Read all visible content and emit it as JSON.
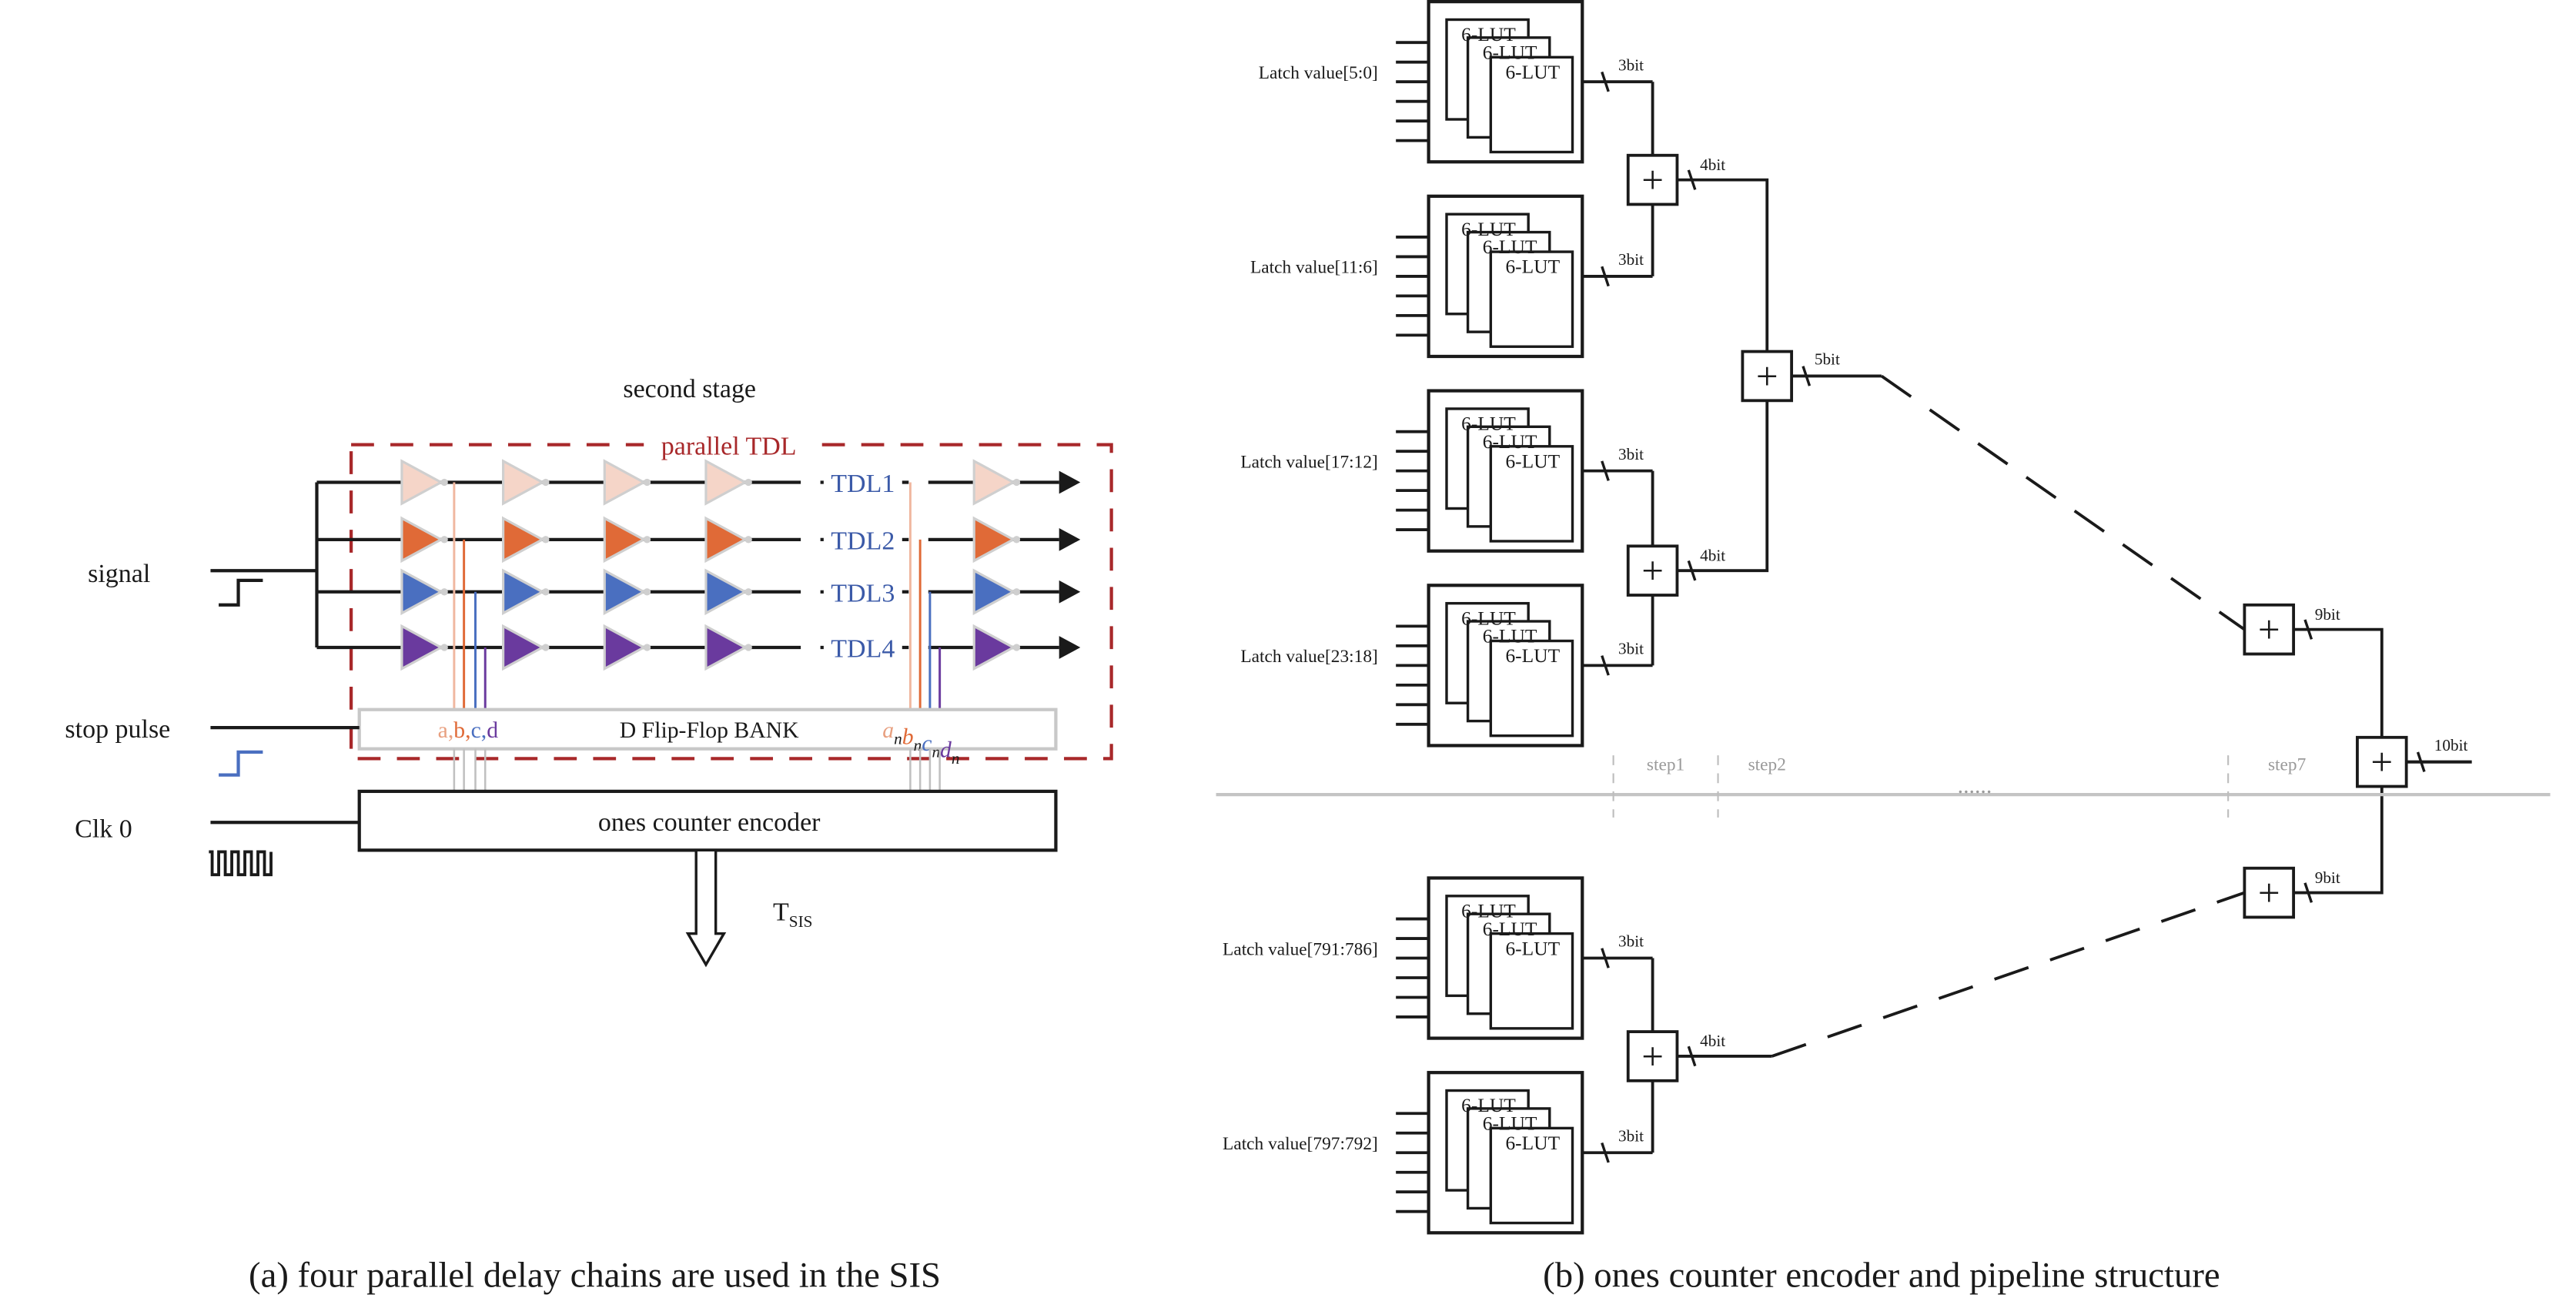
{
  "panel_a": {
    "title": "second stage",
    "tdl_box_label": "parallel TDL",
    "signal_label": "signal",
    "stop_label": "stop pulse",
    "clk_label": "Clk 0",
    "chains": [
      {
        "label": "TDL1",
        "color": "#f5d5c8"
      },
      {
        "label": "TDL2",
        "color": "#e06a37"
      },
      {
        "label": "TDL3",
        "color": "#4a6fc0"
      },
      {
        "label": "TDL4",
        "color": "#6a3a9e"
      }
    ],
    "dff_bank_label": "D Flip-Flop BANK",
    "dff_taps_first": [
      "a",
      "b",
      "c",
      "d"
    ],
    "dff_taps_last": [
      "a",
      "b",
      "c",
      "d"
    ],
    "dff_tap_subscript": "n",
    "encoder_label": "ones counter encoder",
    "output_label": "T",
    "output_subscript": "SIS",
    "caption": "(a) four parallel delay chains are used in the SIS",
    "colors": {
      "tdl_box": "#a8282a",
      "tdl_label": "#3b5aa8",
      "stop_step": "#4a6fc0",
      "dff_border": "#c8c8c8"
    }
  },
  "panel_b": {
    "lut_label": "6-LUT",
    "groups": [
      {
        "label": "Latch value[5:0]",
        "bits": "3bit"
      },
      {
        "label": "Latch value[11:6]",
        "bits": "3bit"
      },
      {
        "label": "Latch value[17:12]",
        "bits": "3bit"
      },
      {
        "label": "Latch value[23:18]",
        "bits": "3bit"
      },
      {
        "label": "Latch value[791:786]",
        "bits": "3bit"
      },
      {
        "label": "Latch value[797:792]",
        "bits": "3bit"
      }
    ],
    "adders": [
      {
        "symbol": "+",
        "bits": "4bit"
      },
      {
        "symbol": "+",
        "bits": "4bit"
      },
      {
        "symbol": "+",
        "bits": "5bit"
      },
      {
        "symbol": "+",
        "bits": "9bit"
      },
      {
        "symbol": "+",
        "bits": "10bit"
      },
      {
        "symbol": "+",
        "bits": "9bit"
      },
      {
        "symbol": "+",
        "bits": "4bit"
      }
    ],
    "steps": [
      "step1",
      "step2",
      "step7"
    ],
    "ellipsis": "......",
    "caption": "(b) ones counter encoder and pipeline structure"
  }
}
